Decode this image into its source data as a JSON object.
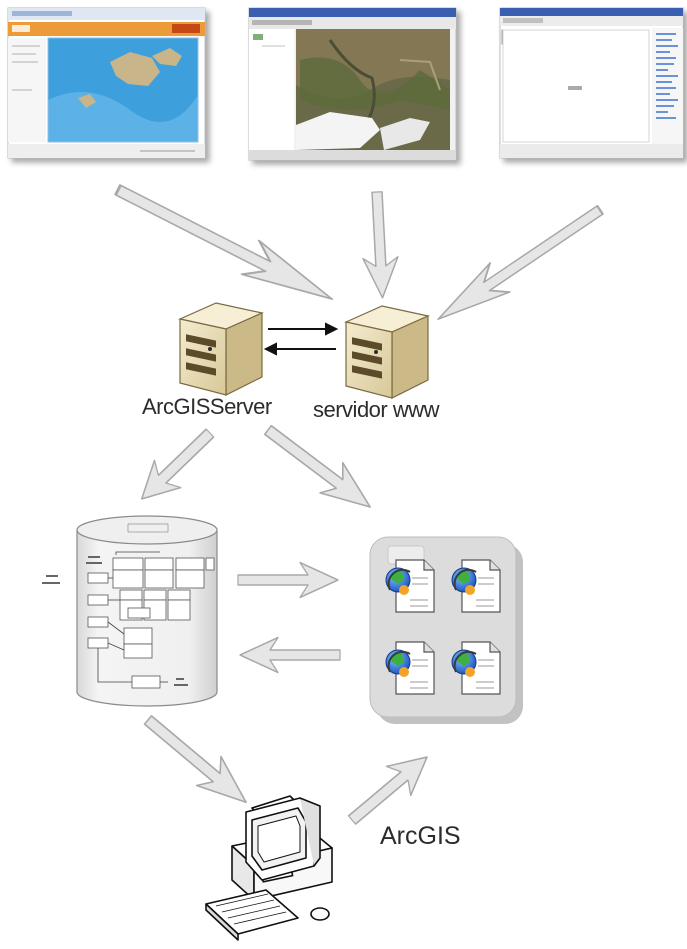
{
  "labels": {
    "arcgis_server": "ArcGISServer",
    "web_server": "servidor www",
    "arcgis_client": "ArcGIS"
  },
  "icons": {
    "screenshots": [
      "web-map-viewer-screenshot",
      "desktop-gis-aerial-screenshot",
      "desktop-blank-map-screenshot"
    ],
    "servers": [
      "server-tower-icon",
      "server-tower-icon"
    ],
    "database": "database-cylinder-icon",
    "services": "globe-document-icon",
    "workstation": "desktop-computer-icon"
  },
  "colors": {
    "arrow_fill": "#e6e6e6",
    "arrow_stroke": "#a8a8a8",
    "server_beige": "#e9dcb4",
    "map_sea": "#3d9fdc",
    "header_orange": "#e98a1f",
    "panel_gray": "#d8d8d8"
  }
}
